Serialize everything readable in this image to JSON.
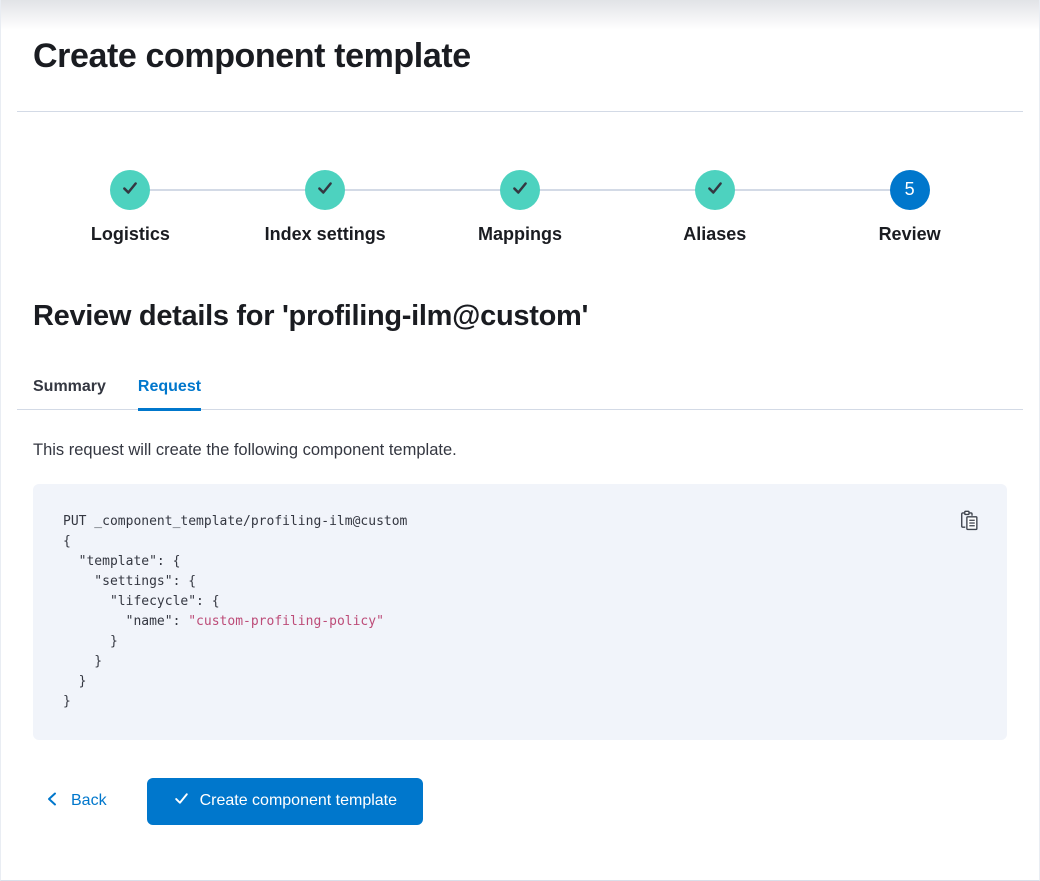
{
  "header": {
    "title": "Create component template"
  },
  "steps": {
    "items": [
      {
        "label": "Logistics",
        "status": "complete"
      },
      {
        "label": "Index settings",
        "status": "complete"
      },
      {
        "label": "Mappings",
        "status": "complete"
      },
      {
        "label": "Aliases",
        "status": "complete"
      },
      {
        "label": "Review",
        "status": "active",
        "number": "5"
      }
    ]
  },
  "review": {
    "heading": "Review details for 'profiling-ilm@custom'"
  },
  "tabs": {
    "items": [
      {
        "label": "Summary",
        "active": false
      },
      {
        "label": "Request",
        "active": true
      }
    ]
  },
  "request_tab": {
    "description": "This request will create the following component template."
  },
  "code": {
    "lines_before": [
      "PUT _component_template/profiling-ilm@custom",
      "{",
      "  \"template\": {",
      "    \"settings\": {",
      "      \"lifecycle\": {"
    ],
    "name_line": {
      "prefix": "        \"name\": ",
      "value": "\"custom-profiling-policy\""
    },
    "lines_after": [
      "      }",
      "    }",
      "  }",
      "}"
    ]
  },
  "footer": {
    "back_label": "Back",
    "submit_label": "Create component template"
  },
  "icons": {
    "step_complete": "check-icon",
    "copy": "copy-clipboard-icon",
    "back": "chevron-left-icon",
    "submit": "check-icon"
  },
  "colors": {
    "primary": "#0077CC",
    "step_complete": "#4DD2BF",
    "heading_text": "#1A1C21",
    "body_text": "#343741",
    "divider": "#D3DAE6",
    "code_background": "#F1F4FA",
    "code_string": "#BD4C78"
  }
}
